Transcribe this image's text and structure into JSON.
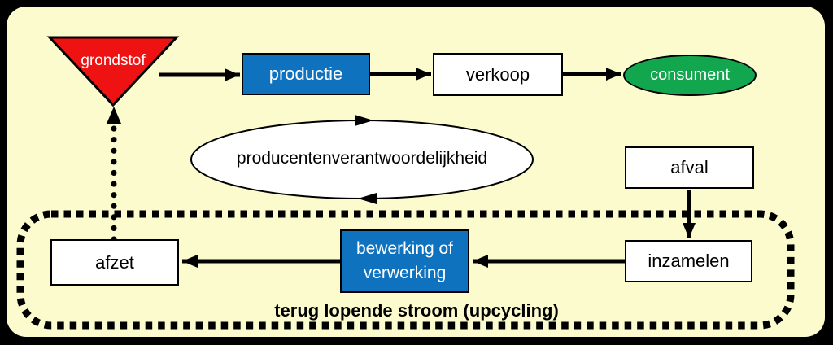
{
  "colors": {
    "canvas": "#000000",
    "background": "#FBFBCD",
    "red": "#EE1212",
    "blue": "#0F72BE",
    "green": "#12A64E",
    "white": "#FFFFFF",
    "black": "#000000"
  },
  "nodes": {
    "grondstof": {
      "label": "grondstof",
      "shape": "inverted-triangle"
    },
    "productie": {
      "label": "productie",
      "shape": "rect"
    },
    "verkoop": {
      "label": "verkoop",
      "shape": "rect"
    },
    "consument": {
      "label": "consument",
      "shape": "ellipse"
    },
    "producentenverantwoordelijkheid": {
      "label": "producentenverantwoordelijkheid",
      "shape": "ellipse-cycle"
    },
    "afval": {
      "label": "afval",
      "shape": "rect"
    },
    "inzamelen": {
      "label": "inzamelen",
      "shape": "rect"
    },
    "bewerking": {
      "label": "bewerking of verwerking",
      "shape": "rect"
    },
    "afzet": {
      "label": "afzet",
      "shape": "rect"
    }
  },
  "loop": {
    "label": "terug lopende stroom (upcycling)"
  }
}
